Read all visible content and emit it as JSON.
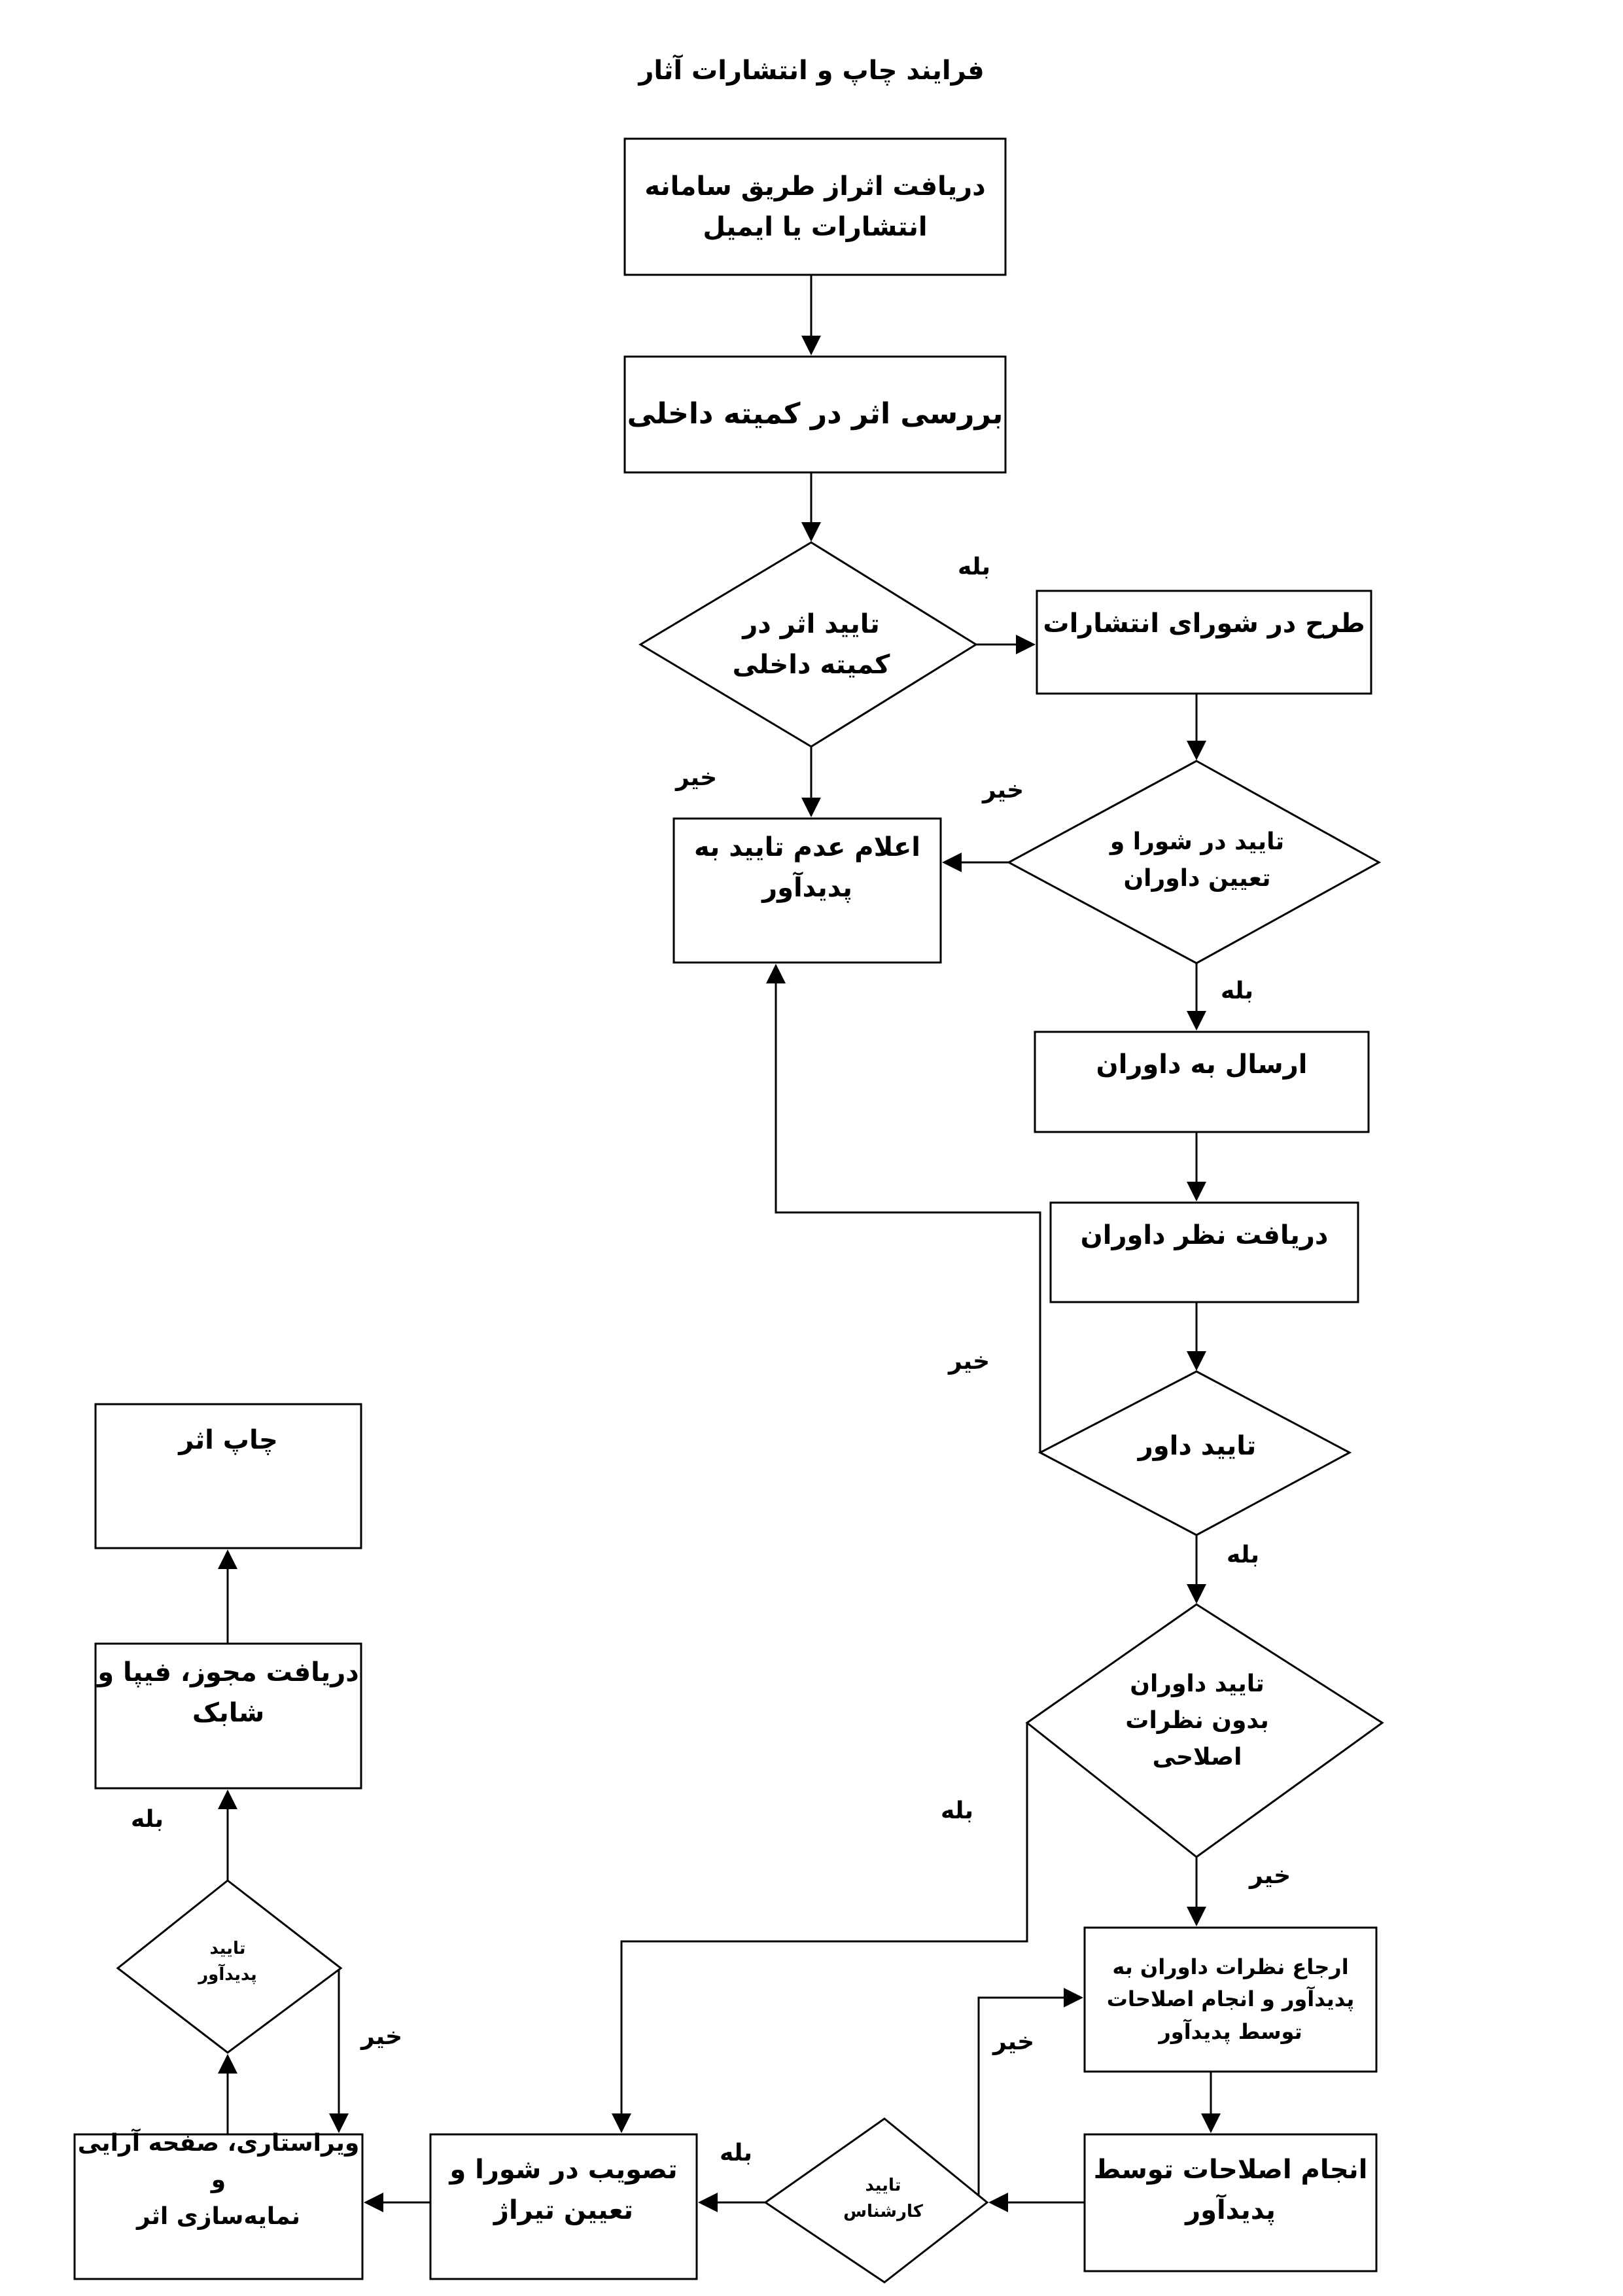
{
  "title": "فرایند چاپ و انتشارات آثار",
  "nodes": {
    "receive": "دریافت اثراز طریق سامانه\nانتشارات یا ایمیل",
    "review": "بررسی اثر در کمیته داخلی",
    "approve_internal": "تایید اثر در\nکمیته داخلی",
    "council_plan": "طرح در شورای انتشارات",
    "approve_council": "تایید در  شورا و\nتعیین داوران",
    "announce_reject": "اعلام عدم تایید به\nپدیدآور",
    "send_reviewers": "ارسال به داوران",
    "receive_opinion": "دریافت نظر داوران",
    "approve_reviewer": "تایید داور",
    "approve_no_edits": "تایید داوران\nبدون نظرات\nاصلاحی",
    "refer_comments": "ارجاع نظرات داوران  به\nپدیدآور  و انجام اصلاحات\nتوسط پدیدآور",
    "apply_edits": "انجام اصلاحات توسط\nپدیدآور",
    "expert_approve": "تایید\nکارشناس",
    "council_ratify": "تصویب در شورا و\nتعیین تیراژ",
    "edit_layout": "ویراستاری، صفحه آرایی و\nنمایه‌سازی اثر",
    "author_approve": "تایید\nپدیدآور",
    "license": "دریافت مجوز، فیپا و\nشابک",
    "print": "چاپ اثر"
  },
  "labels": {
    "yes": "بله",
    "no": "خیر"
  }
}
